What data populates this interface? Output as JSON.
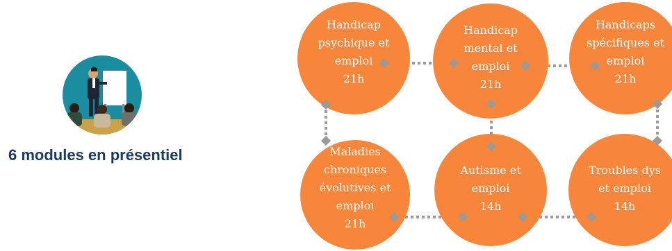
{
  "header": {
    "title": "6 modules en présentiel"
  },
  "colors": {
    "module_fill": "#f7863a",
    "connector": "#9a9a9a",
    "icon_bg": "#1a8ea0",
    "title": "#1c3b5e"
  },
  "icons": {
    "presenter": "presenter-icon"
  },
  "modules": [
    {
      "label": "Handicap\npsychique et\nemploi\n21h"
    },
    {
      "label": "Handicap\nmental et\nemploi\n21h"
    },
    {
      "label": "Handicaps\nspécifiques et\nemploi\n21h"
    },
    {
      "label": "Maladies\nchroniques\névolutives et\nemploi\n21h"
    },
    {
      "label": "Autisme et\nemploi\n14h"
    },
    {
      "label": "Troubles dys\net emploi\n14h"
    }
  ]
}
